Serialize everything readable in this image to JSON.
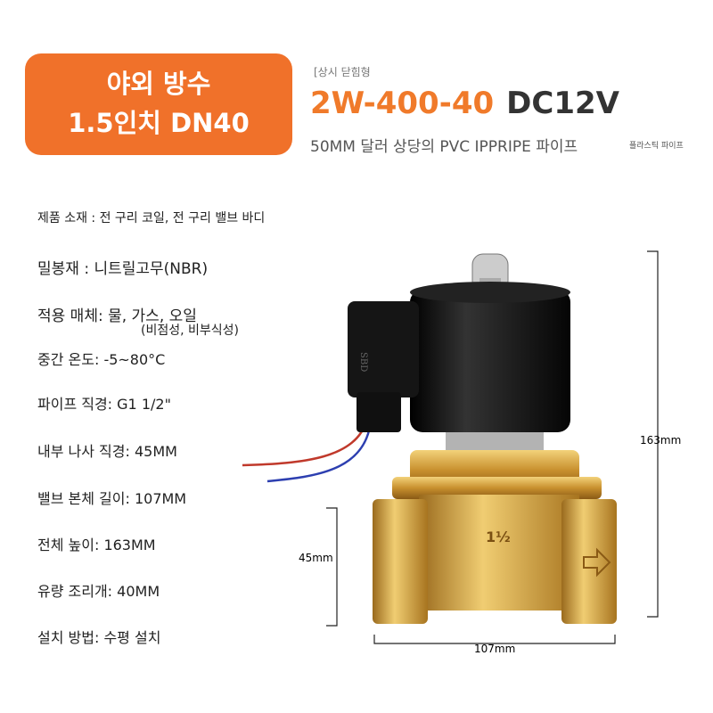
{
  "badge": {
    "line1": "야외 방수",
    "line2": "1.5인치 DN40"
  },
  "tag": "[상시 닫힘형",
  "model": {
    "code": "2W-400-40",
    "voltage": "DC12V"
  },
  "subtitle": "50MM 달러 상당의 PVC IPPRIPE 파이프",
  "subtitle_small": "플라스틱 파이프",
  "specs": [
    "제품 소재 : 전 구리 코일, 전 구리 밸브 바디",
    "밀봉재 : 니트릴고무(NBR)",
    "적용 매체: 물, 가스, 오일",
    "(비점성, 비부식성)",
    "중간 온도: -5~80°C",
    "파이프 직경: G1 1/2\"",
    "내부 나사 직경: 45MM",
    "밸브 본체 길이: 107MM",
    "전체 높이: 163MM",
    "유량 조리개: 40MM",
    "설치 방법: 수평 설치"
  ],
  "dimensions": {
    "height": "163mm",
    "thread": "45mm",
    "length": "107mm"
  },
  "product_marks": {
    "coil_label": "SBD",
    "body_size": "1½"
  },
  "colors": {
    "accent": "#f0712a",
    "brass": "#d9a94a",
    "coil": "#111111"
  }
}
